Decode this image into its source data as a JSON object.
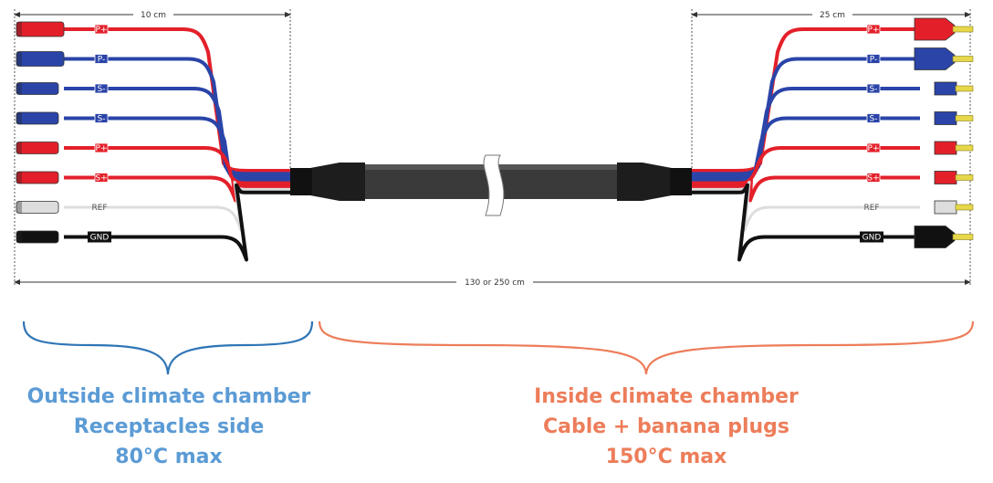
{
  "dimensions": {
    "left_length": "10 cm",
    "right_length": "25 cm",
    "total_length": "130 or 250 cm"
  },
  "leads": [
    {
      "color": "#e3202a",
      "label": "P+"
    },
    {
      "color": "#2a44a8",
      "label": "P-"
    },
    {
      "color": "#2a44a8",
      "label": "S-"
    },
    {
      "color": "#2a44a8",
      "label": "S-"
    },
    {
      "color": "#e3202a",
      "label": "P+"
    },
    {
      "color": "#e3202a",
      "label": "S+"
    },
    {
      "color": "#dddddd",
      "label": "REF"
    },
    {
      "color": "#111111",
      "label": "GND"
    }
  ],
  "captions": {
    "left": {
      "line1": "Outside climate chamber",
      "line2": "Receptacles side",
      "line3": "80°C max",
      "color": "#5b9bd5"
    },
    "right": {
      "line1": "Inside climate chamber",
      "line2": "Cable + banana plugs",
      "line3": "150°C max",
      "color": "#ed7d5a"
    }
  }
}
